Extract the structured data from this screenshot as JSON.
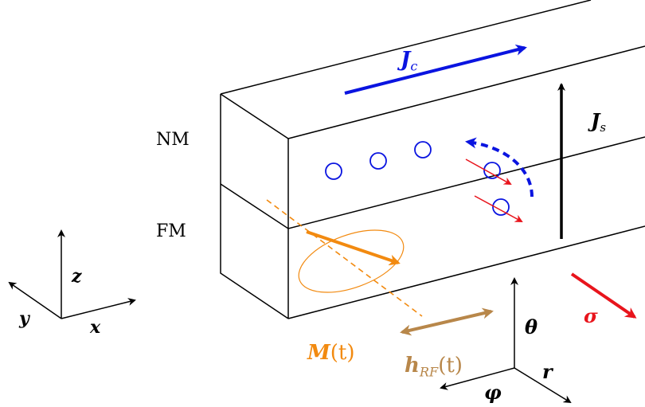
{
  "labels": {
    "nm": "NM",
    "fm": "FM",
    "jc": {
      "main": "J",
      "sub": "c"
    },
    "js": {
      "main": "J",
      "sub": "s"
    },
    "m": {
      "main": "M",
      "arg": "(t)"
    },
    "hrf": {
      "main": "h",
      "sub": "RF",
      "arg": "(t)"
    },
    "sigma": "σ",
    "theta": "θ",
    "phi": "φ",
    "r": "r",
    "x": "x",
    "y": "y",
    "z": "z"
  },
  "colors": {
    "outline": "#000000",
    "charge_current": "#0a14e0",
    "spin_arrows": "#e8141c",
    "magnetization": "#f28a10",
    "rf_field": "#b8874a",
    "sigma": "#e8141c"
  }
}
